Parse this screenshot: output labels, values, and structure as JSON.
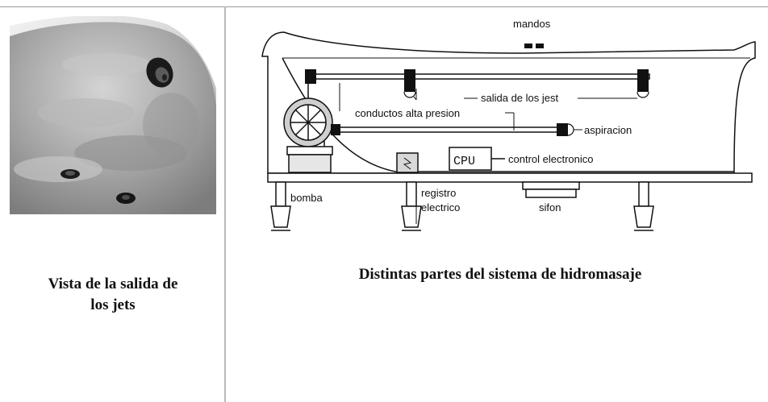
{
  "labels": {
    "mandos": "mandos",
    "salida_jets": "salida de los jest",
    "conductos": "conductos alta presion",
    "aspiracion": "aspiracion",
    "cpu": "CPU",
    "control": "control electronico",
    "bomba": "bomba",
    "registro_line1": "registro",
    "registro_line2": "electrico",
    "sifon": "sifon"
  },
  "captions": {
    "left_line1": "Vista de la salida de",
    "left_line2": "los jets",
    "right": "Distintas partes del sistema de hidromasaje"
  },
  "colors": {
    "line": "#111111",
    "pump_fill": "#cfcfcf",
    "panel_fill": "#e6e6e6",
    "photo_base": "#9c9c9c"
  }
}
